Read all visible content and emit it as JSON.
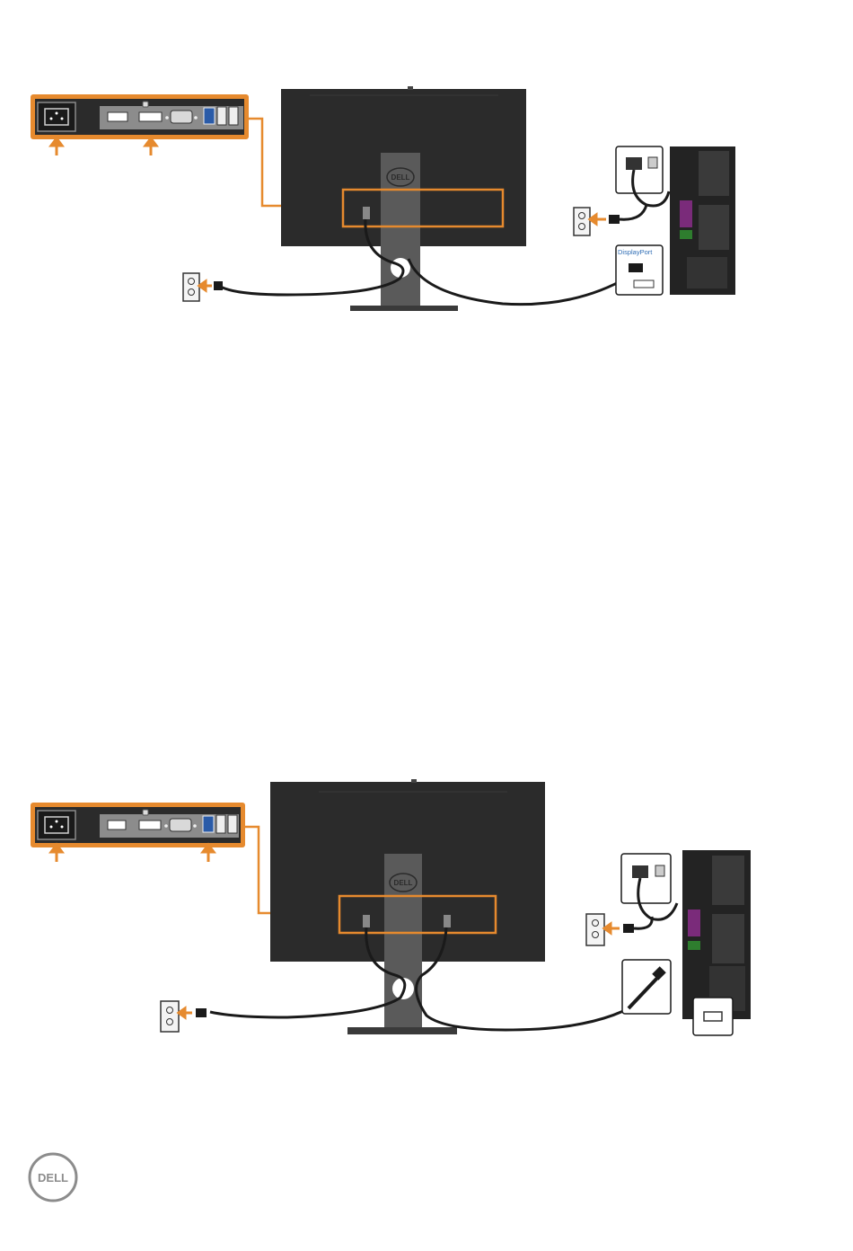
{
  "page": {
    "background": "#ffffff"
  },
  "colors": {
    "accent": "#E68A2E",
    "panel": "#2B2B2B",
    "stand": "#555555",
    "cable": "#1A1A1A",
    "vga_blue": "#2A5BA8",
    "displayport_text": "#2F6DB5",
    "outlet": "#F4F4F4",
    "pc_body": "#232323"
  },
  "icons": [
    "power-outlet-icon",
    "plug-icon",
    "dell-logo-icon",
    "arrow-up-icon",
    "arrow-left-icon"
  ],
  "diagrams": [
    {
      "title": "",
      "port_callout": [
        "power-port",
        "hdmi-port",
        "displayport-port",
        "vga-port",
        "usb-upstream-port",
        "usb-downstream-port"
      ],
      "highlighted_ports": [
        "power-port",
        "displayport-port"
      ],
      "monitor_logo": "DELL",
      "computer_label": "DisplayPort"
    },
    {
      "title": "",
      "port_callout": [
        "power-port",
        "hdmi-port",
        "displayport-port",
        "vga-port",
        "usb-upstream-port",
        "usb-downstream-port"
      ],
      "highlighted_ports": [
        "power-port",
        "usb-upstream-port"
      ],
      "monitor_logo": "DELL",
      "computer_label": ""
    }
  ],
  "footer": {
    "logo_text": "DELL"
  }
}
